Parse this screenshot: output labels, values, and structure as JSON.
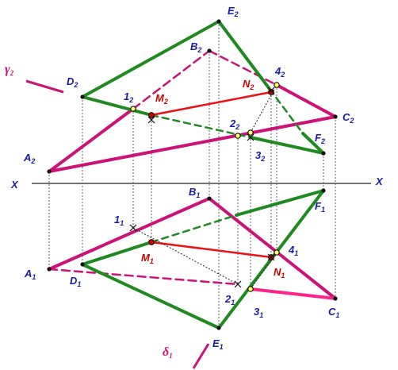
{
  "axis": {
    "left_label": "X",
    "right_label": "X"
  },
  "trace_labels": {
    "gamma": {
      "base": "γ",
      "sub": "2"
    },
    "delta": {
      "base": "δ",
      "sub": "1"
    }
  },
  "frontal_labels": {
    "E": {
      "base": "E",
      "sub": "2"
    },
    "B": {
      "base": "B",
      "sub": "2"
    },
    "D": {
      "base": "D",
      "sub": "2"
    },
    "A": {
      "base": "A",
      "sub": "2"
    },
    "C": {
      "base": "C",
      "sub": "2"
    },
    "F": {
      "base": "F",
      "sub": "2"
    },
    "M": {
      "base": "M",
      "sub": "2"
    },
    "N": {
      "base": "N",
      "sub": "2"
    },
    "p1": {
      "base": "1",
      "sub": "2"
    },
    "p2": {
      "base": "2",
      "sub": "2"
    },
    "p3": {
      "base": "3",
      "sub": "2"
    },
    "p4": {
      "base": "4",
      "sub": "2"
    }
  },
  "horizontal_labels": {
    "B": {
      "base": "B",
      "sub": "1"
    },
    "F": {
      "base": "F",
      "sub": "1"
    },
    "A": {
      "base": "A",
      "sub": "1"
    },
    "D": {
      "base": "D",
      "sub": "1"
    },
    "C": {
      "base": "C",
      "sub": "1"
    },
    "E": {
      "base": "E",
      "sub": "1"
    },
    "M": {
      "base": "M",
      "sub": "1"
    },
    "N": {
      "base": "N",
      "sub": "1"
    },
    "p1": {
      "base": "1",
      "sub": "1"
    },
    "p2": {
      "base": "2",
      "sub": "1"
    },
    "p3": {
      "base": "3",
      "sub": "1"
    },
    "p4": {
      "base": "4",
      "sub": "1"
    }
  },
  "colors": {
    "magenta": "#cc1177",
    "green": "#1f8a1f",
    "red": "#ee1111",
    "blue_text": "#1a1aa8",
    "red_text": "#cc0000",
    "construction": "#222222"
  }
}
